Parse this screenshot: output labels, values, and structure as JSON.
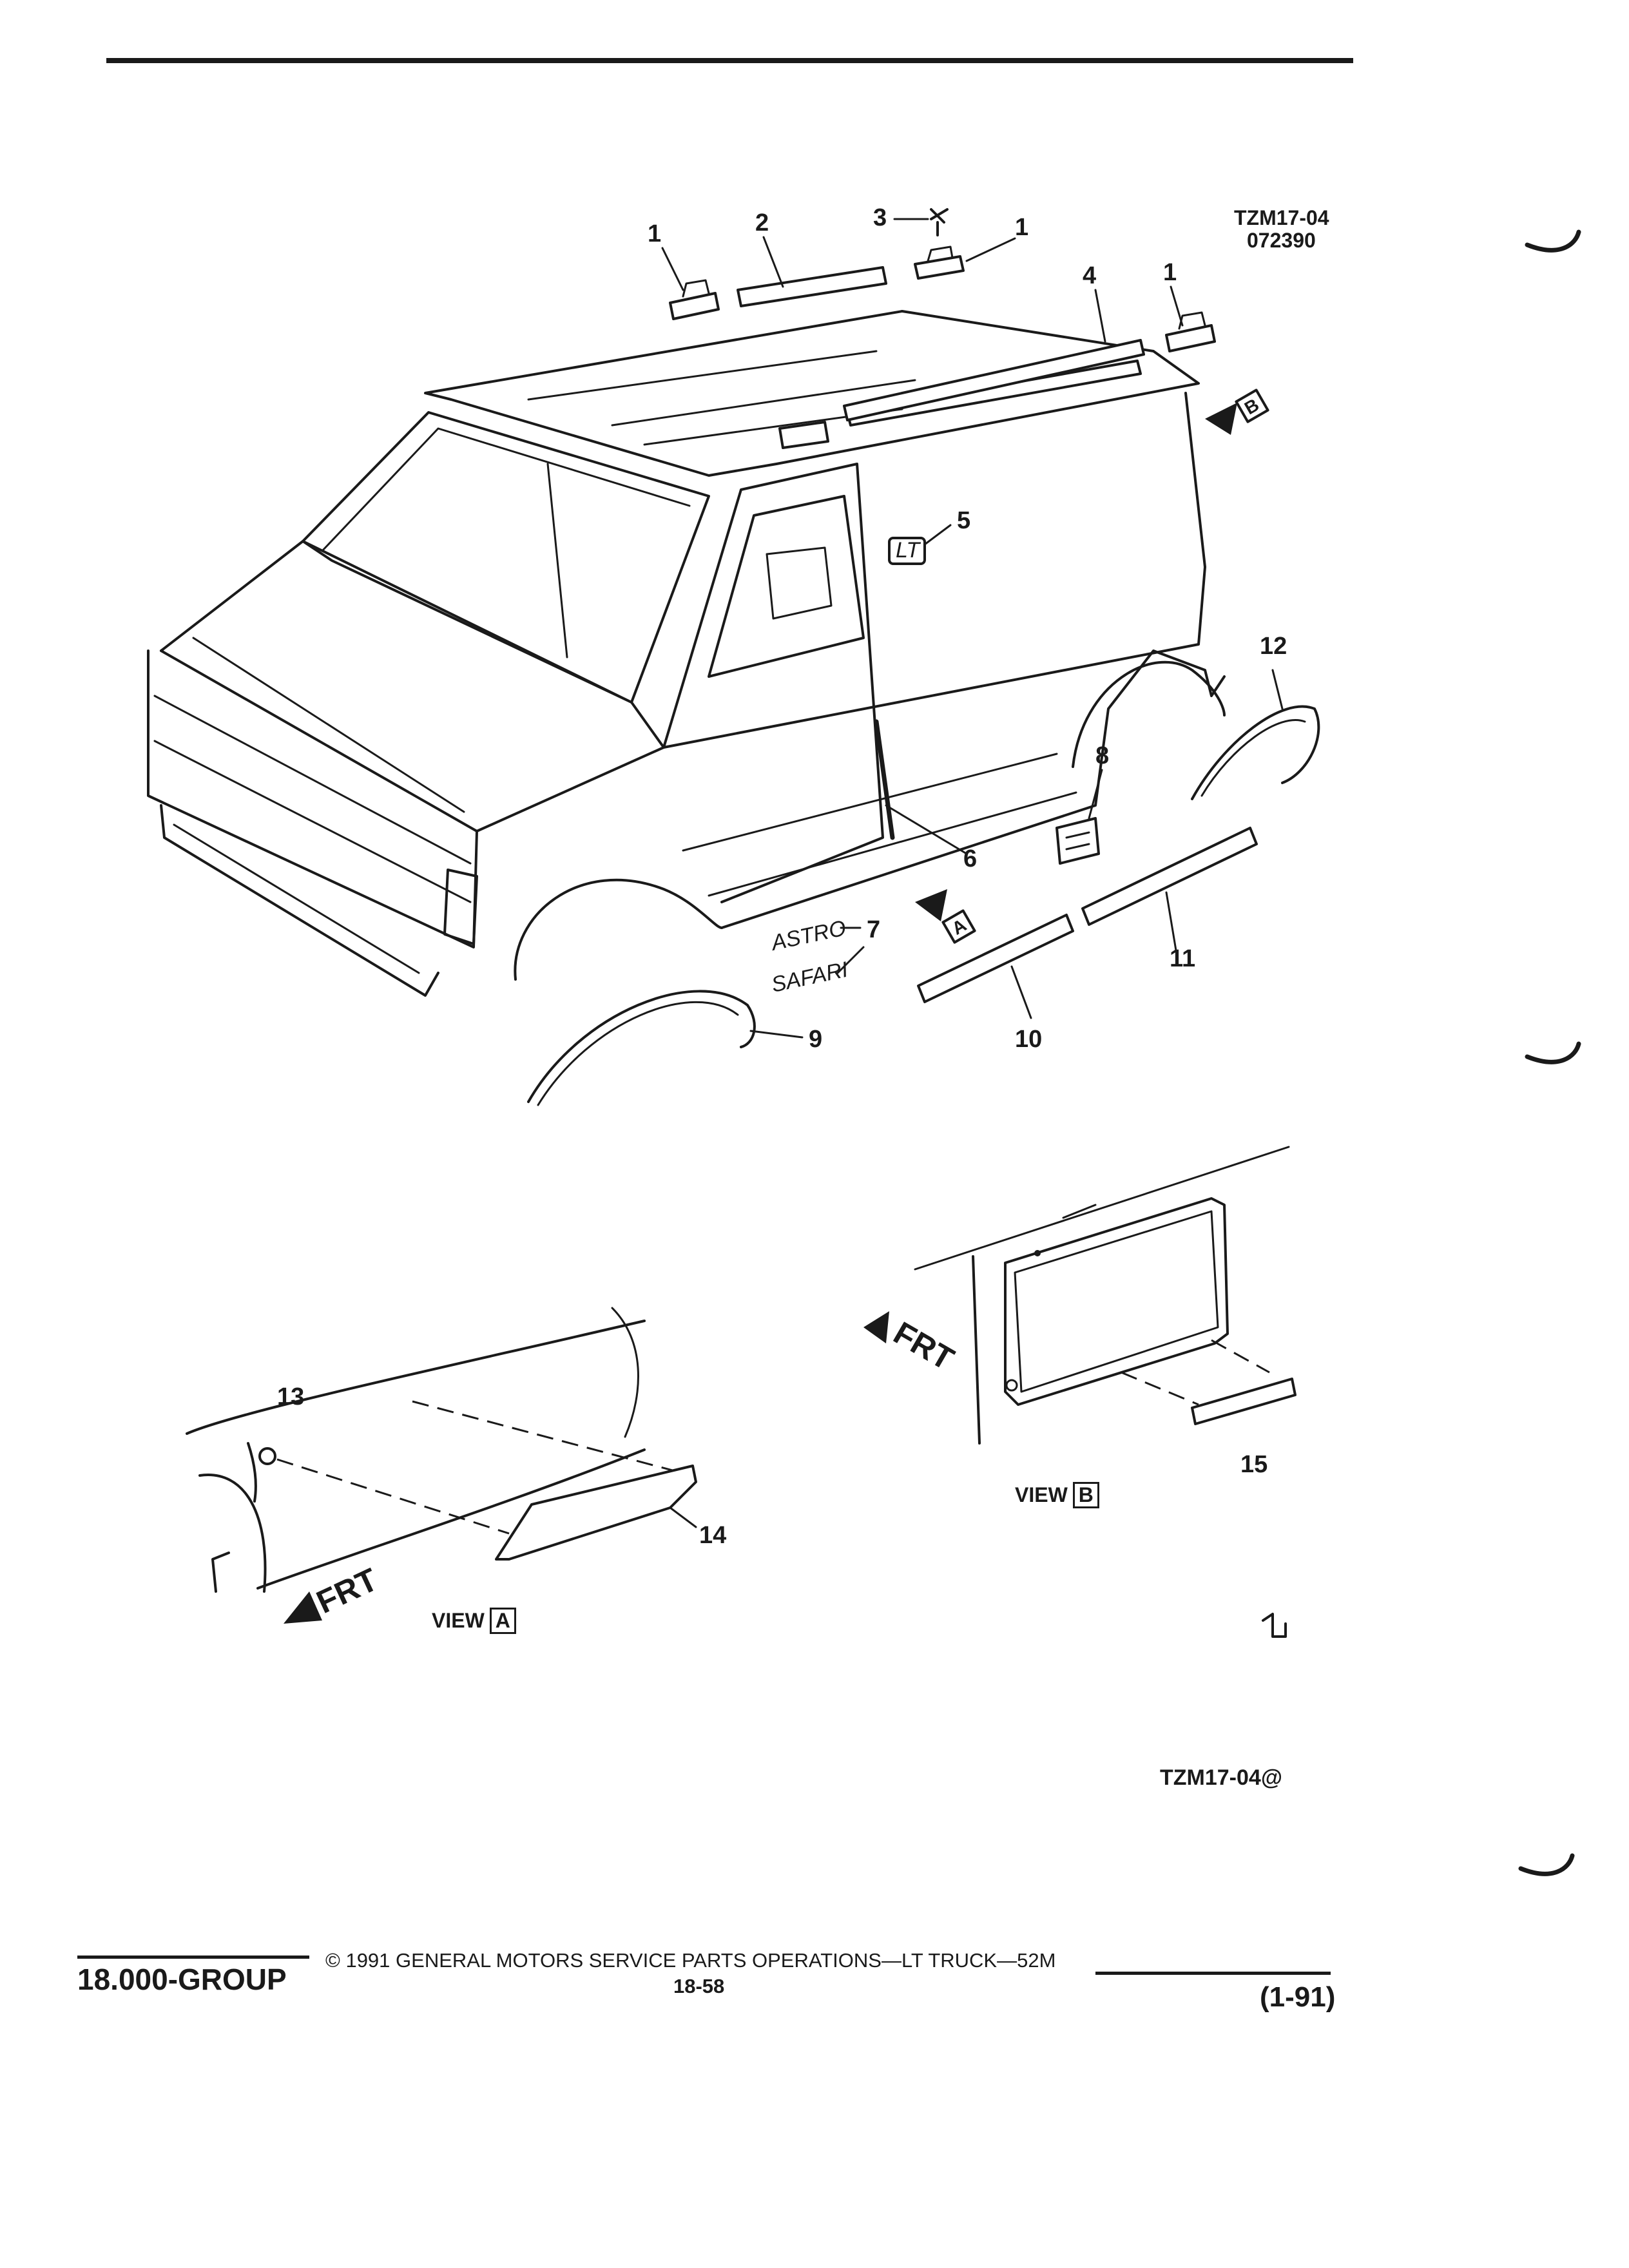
{
  "figure_id": "TZM17-04",
  "figure_date": "072390",
  "footer_ref": "TZM17-04@",
  "section_group": "18.000-GROUP",
  "copyright": "© 1991 GENERAL MOTORS SERVICE PARTS OPERATIONS—LT TRUCK—52M",
  "page_number": "18-58",
  "revision": "(1-91)",
  "callouts": [
    "1",
    "2",
    "3",
    "1",
    "4",
    "1",
    "5",
    "6",
    "7",
    "8",
    "9",
    "10",
    "11",
    "12",
    "13",
    "14",
    "15"
  ],
  "view_a": {
    "label": "VIEW",
    "letter": "A"
  },
  "view_b": {
    "label": "VIEW",
    "letter": "B"
  },
  "frt_label": "FRT",
  "badge_text": {
    "astro": "ASTRO",
    "safari": "SAFARI"
  },
  "arrow_letters": {
    "a": "A",
    "b": "B"
  }
}
